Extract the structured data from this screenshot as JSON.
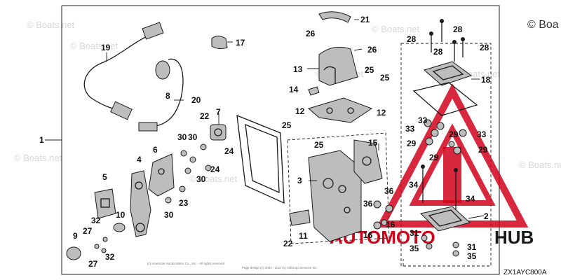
{
  "watermarks": [
    "© Boats.net",
    "© Boats.net",
    "© Boats.net",
    "© Boats.net",
    "© Boats.net",
    "© Boats.net",
    "© Boats.net",
    "© Boats.net"
  ],
  "corner_watermark": "© Boa",
  "diagram_code": "ZX1AYC800A",
  "footer_text": "Page design (c) 2004 - 2017 by Ariliscop Services Inc.",
  "copyright_line": "(c) American Honda Motor Co., Inc. - All rights reserved",
  "brand": {
    "part1": "AUTOMOTO",
    "part2": "HUB",
    "accent": "#d0021b",
    "dark": "#1a1a1a"
  },
  "callouts": [
    {
      "id": "c1",
      "text": "1"
    },
    {
      "id": "c2",
      "text": "2"
    },
    {
      "id": "c3",
      "text": "3"
    },
    {
      "id": "c4",
      "text": "4"
    },
    {
      "id": "c5",
      "text": "5"
    },
    {
      "id": "c6",
      "text": "6"
    },
    {
      "id": "c7",
      "text": "7"
    },
    {
      "id": "c8",
      "text": "8"
    },
    {
      "id": "c9",
      "text": "9"
    },
    {
      "id": "c10",
      "text": "10"
    },
    {
      "id": "c11",
      "text": "11"
    },
    {
      "id": "c12a",
      "text": "12"
    },
    {
      "id": "c12b",
      "text": "12"
    },
    {
      "id": "c13",
      "text": "13"
    },
    {
      "id": "c14",
      "text": "14"
    },
    {
      "id": "c15",
      "text": "15"
    },
    {
      "id": "c16",
      "text": "16"
    },
    {
      "id": "c17",
      "text": "17"
    },
    {
      "id": "c18",
      "text": "18"
    },
    {
      "id": "c19",
      "text": "19"
    },
    {
      "id": "c20",
      "text": "20"
    },
    {
      "id": "c21",
      "text": "21"
    },
    {
      "id": "c22a",
      "text": "22"
    },
    {
      "id": "c22b",
      "text": "22"
    },
    {
      "id": "c23",
      "text": "23"
    },
    {
      "id": "c24a",
      "text": "24"
    },
    {
      "id": "c24b",
      "text": "24"
    },
    {
      "id": "c25a",
      "text": "25"
    },
    {
      "id": "c25b",
      "text": "25"
    },
    {
      "id": "c25c",
      "text": "25"
    },
    {
      "id": "c25d",
      "text": "25"
    },
    {
      "id": "c26a",
      "text": "26"
    },
    {
      "id": "c26b",
      "text": "26"
    },
    {
      "id": "c27a",
      "text": "27"
    },
    {
      "id": "c27b",
      "text": "27"
    },
    {
      "id": "c28a",
      "text": "28"
    },
    {
      "id": "c28b",
      "text": "28"
    },
    {
      "id": "c28c",
      "text": "28"
    },
    {
      "id": "c28d",
      "text": "28"
    },
    {
      "id": "c29a",
      "text": "29"
    },
    {
      "id": "c29b",
      "text": "29"
    },
    {
      "id": "c29c",
      "text": "29"
    },
    {
      "id": "c29d",
      "text": "29"
    },
    {
      "id": "c30a",
      "text": "30"
    },
    {
      "id": "c30b",
      "text": "30"
    },
    {
      "id": "c30c",
      "text": "30"
    },
    {
      "id": "c30d",
      "text": "30"
    },
    {
      "id": "c31a",
      "text": "31"
    },
    {
      "id": "c31b",
      "text": "31"
    },
    {
      "id": "c32a",
      "text": "32"
    },
    {
      "id": "c32b",
      "text": "32"
    },
    {
      "id": "c33a",
      "text": "33"
    },
    {
      "id": "c33b",
      "text": "33"
    },
    {
      "id": "c33c",
      "text": "33"
    },
    {
      "id": "c34a",
      "text": "34"
    },
    {
      "id": "c34b",
      "text": "34"
    },
    {
      "id": "c35a",
      "text": "35"
    },
    {
      "id": "c35b",
      "text": "35"
    },
    {
      "id": "c36a",
      "text": "36"
    },
    {
      "id": "c36b",
      "text": "36"
    },
    {
      "id": "c16b",
      "text": "16"
    }
  ]
}
